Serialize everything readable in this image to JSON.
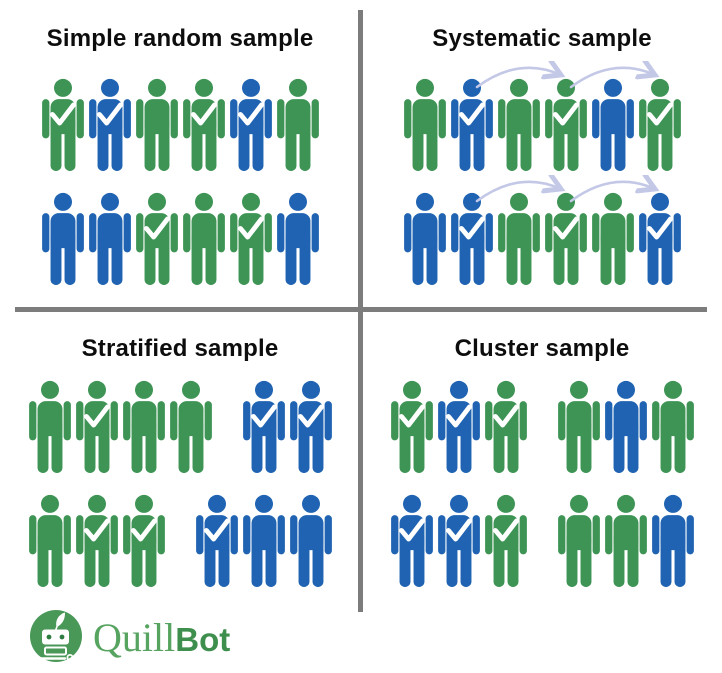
{
  "colors": {
    "green": "#3E9455",
    "blue": "#1F63B2",
    "check": "#FFFFFF",
    "arrow": "#C4C8E7",
    "divider": "#7C7C7C",
    "title": "#0D0D0D",
    "background": "#FFFFFF",
    "logo_icon": "#4A9858",
    "logo_quill": "#57A360",
    "logo_bot": "#3E8F4E"
  },
  "quadrants": [
    {
      "name": "simple-random-sample",
      "title": "Simple random sample",
      "rows": [
        {
          "arrows": [],
          "groups": [
            [
              {
                "color": "green",
                "checked": true
              },
              {
                "color": "blue",
                "checked": true
              },
              {
                "color": "green",
                "checked": false
              },
              {
                "color": "green",
                "checked": true
              },
              {
                "color": "blue",
                "checked": true
              },
              {
                "color": "green",
                "checked": false
              }
            ]
          ]
        },
        {
          "arrows": [],
          "groups": [
            [
              {
                "color": "blue",
                "checked": false
              },
              {
                "color": "blue",
                "checked": false
              },
              {
                "color": "green",
                "checked": true
              },
              {
                "color": "green",
                "checked": false
              },
              {
                "color": "green",
                "checked": true
              },
              {
                "color": "blue",
                "checked": false
              }
            ]
          ]
        }
      ]
    },
    {
      "name": "systematic-sample",
      "title": "Systematic sample",
      "rows": [
        {
          "arrows": [
            [
              1,
              3
            ],
            [
              3,
              5
            ]
          ],
          "groups": [
            [
              {
                "color": "green",
                "checked": false
              },
              {
                "color": "blue",
                "checked": true
              },
              {
                "color": "green",
                "checked": false
              },
              {
                "color": "green",
                "checked": true
              },
              {
                "color": "blue",
                "checked": false
              },
              {
                "color": "green",
                "checked": true
              }
            ]
          ]
        },
        {
          "arrows": [
            [
              1,
              3
            ],
            [
              3,
              5
            ]
          ],
          "groups": [
            [
              {
                "color": "blue",
                "checked": false
              },
              {
                "color": "blue",
                "checked": true
              },
              {
                "color": "green",
                "checked": false
              },
              {
                "color": "green",
                "checked": true
              },
              {
                "color": "green",
                "checked": false
              },
              {
                "color": "blue",
                "checked": true
              }
            ]
          ]
        }
      ]
    },
    {
      "name": "stratified-sample",
      "title": "Stratified sample",
      "rows": [
        {
          "arrows": [],
          "groups": [
            [
              {
                "color": "green",
                "checked": false
              },
              {
                "color": "green",
                "checked": true
              },
              {
                "color": "green",
                "checked": false
              },
              {
                "color": "green",
                "checked": false
              }
            ],
            [
              {
                "color": "blue",
                "checked": true
              },
              {
                "color": "blue",
                "checked": true
              }
            ]
          ]
        },
        {
          "arrows": [],
          "groups": [
            [
              {
                "color": "green",
                "checked": false
              },
              {
                "color": "green",
                "checked": true
              },
              {
                "color": "green",
                "checked": true
              }
            ],
            [
              {
                "color": "blue",
                "checked": true
              },
              {
                "color": "blue",
                "checked": false
              },
              {
                "color": "blue",
                "checked": false
              }
            ]
          ]
        }
      ]
    },
    {
      "name": "cluster-sample",
      "title": "Cluster sample",
      "rows": [
        {
          "arrows": [],
          "groups": [
            [
              {
                "color": "green",
                "checked": true
              },
              {
                "color": "blue",
                "checked": true
              },
              {
                "color": "green",
                "checked": true
              }
            ],
            [
              {
                "color": "green",
                "checked": false
              },
              {
                "color": "blue",
                "checked": false
              },
              {
                "color": "green",
                "checked": false
              }
            ]
          ]
        },
        {
          "arrows": [],
          "groups": [
            [
              {
                "color": "blue",
                "checked": true
              },
              {
                "color": "blue",
                "checked": true
              },
              {
                "color": "green",
                "checked": true
              }
            ],
            [
              {
                "color": "green",
                "checked": false
              },
              {
                "color": "green",
                "checked": false
              },
              {
                "color": "blue",
                "checked": false
              }
            ]
          ]
        }
      ]
    }
  ],
  "logo": {
    "quill": "Quill",
    "bot": "Bot"
  }
}
